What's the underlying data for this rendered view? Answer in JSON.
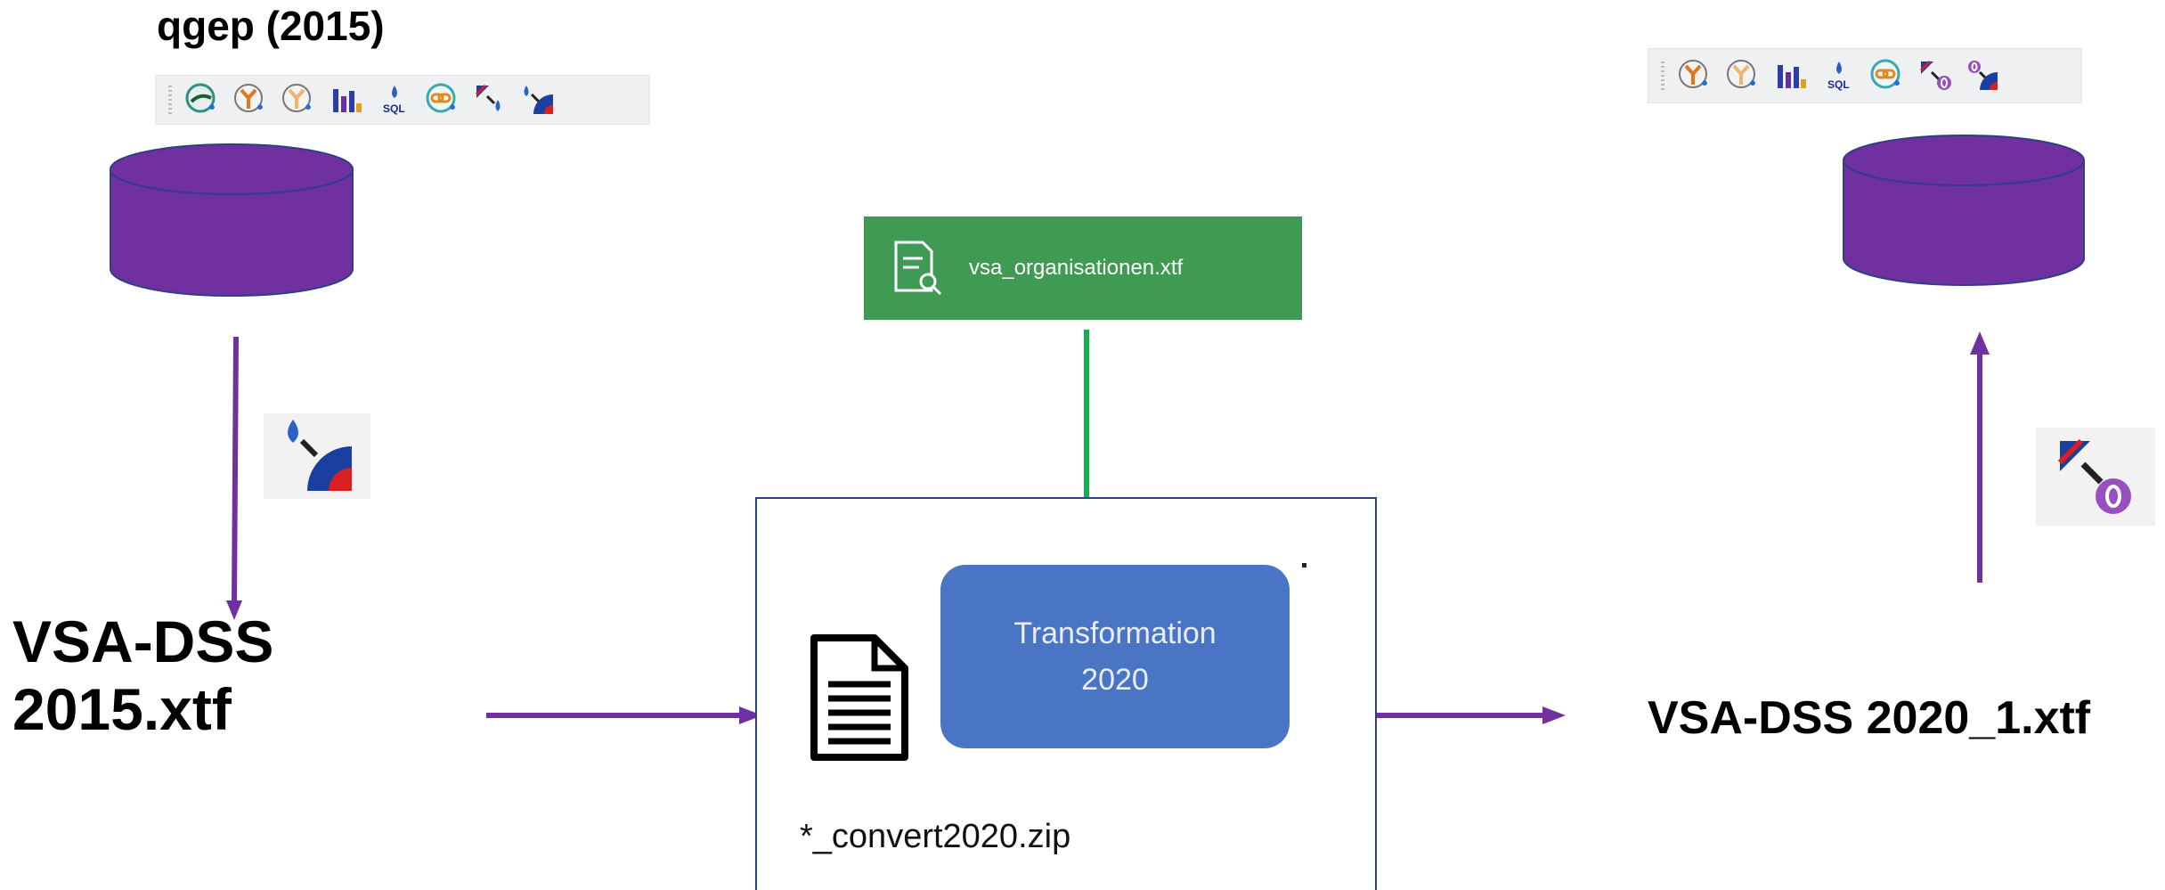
{
  "left_db": {
    "title": "qgep (2015)",
    "toolbar_icons": [
      "pipe-circle-icon",
      "network-branch-icon",
      "network-branch-light-icon",
      "profile-chart-icon",
      "sql-drop-icon",
      "link-chain-icon",
      "export-drop-icon",
      "import-drop-icon"
    ],
    "color": "#7030a0"
  },
  "right_db": {
    "toolbar_icons": [
      "network-branch-icon",
      "network-branch-light-icon",
      "profile-chart-icon",
      "sql-drop-icon",
      "link-chain-icon",
      "export-zero-icon",
      "import-zero-icon"
    ],
    "color": "#7030a0"
  },
  "input_file": {
    "label_line1": "VSA-DSS",
    "label_line2": "2015.xtf"
  },
  "output_file": {
    "label": "VSA-DSS 2020_1.xtf"
  },
  "organisations_file": {
    "label": "vsa_organisationen.xtf",
    "color": "#3f9a54"
  },
  "transformation": {
    "label_line1": "Transformation",
    "label_line2": "2020",
    "zip_label": "*_convert2020.zip"
  },
  "arrow_colors": {
    "purple": "#7030a0",
    "green": "#13b050"
  }
}
